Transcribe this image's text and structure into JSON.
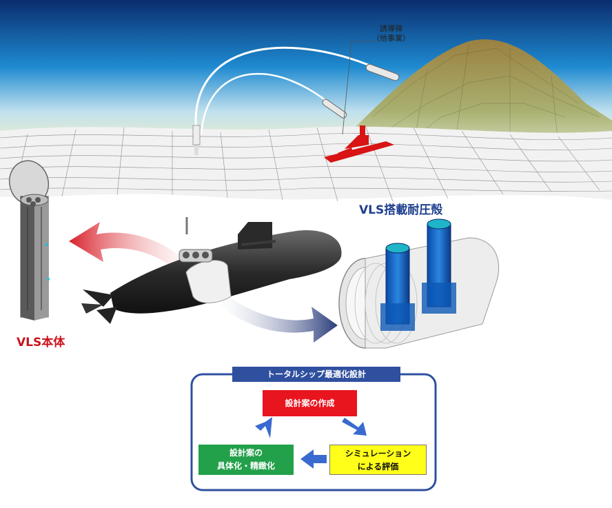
{
  "labels": {
    "missile_line1": "誘導弾",
    "missile_line2": "（他事業）",
    "pressure_hull": "VLS搭載耐圧殻",
    "vls_body": "VLS本体"
  },
  "flow": {
    "title": "トータルシップ最適化設計",
    "create": "設計案の作成",
    "refine_line1": "設計案の",
    "refine_line2": "具体化・精緻化",
    "simulate_line1": "シミュレーション",
    "simulate_line2": "による評価"
  },
  "colors": {
    "sky_top": "#0a2d6e",
    "sky_mid": "#1e8ad0",
    "horizon": "#f4f0c8",
    "ship": "#d81414",
    "vls_arrow": "#d8202a",
    "hull_arrow": "#2a3c7a",
    "flow_border": "#2f4f9f",
    "flow_red": "#e8141e",
    "flow_green": "#22a04a",
    "flow_yellow": "#ffff1a"
  }
}
